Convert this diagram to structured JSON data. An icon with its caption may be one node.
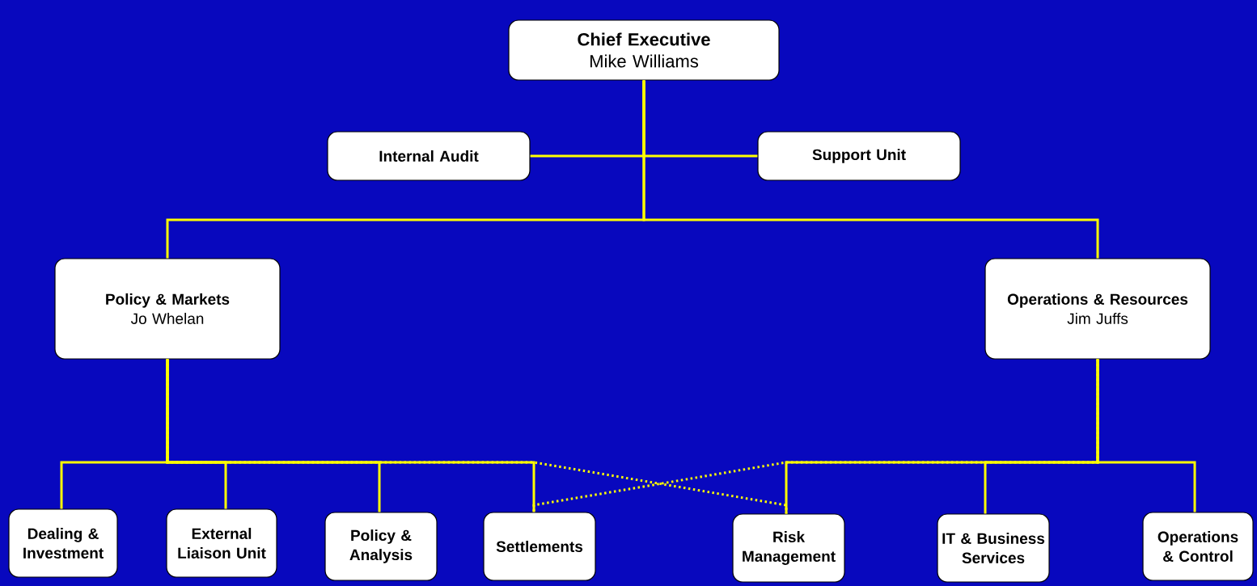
{
  "diagram": {
    "nodes": [
      {
        "text": [
          "Chief Executive",
          "Mike Williams"
        ]
      },
      {
        "text": [
          "Internal Audit"
        ]
      },
      {
        "text": [
          "Support Unit"
        ]
      },
      {
        "text": [
          "Policy & Markets",
          "Jo Whelan"
        ]
      },
      {
        "text": [
          "Operations & Resources",
          "Jim Juffs"
        ]
      },
      {
        "text": [
          "Dealing & Investment"
        ]
      },
      {
        "text": [
          "External Liaison Unit"
        ]
      },
      {
        "text": [
          "Policy & Analysis"
        ]
      },
      {
        "text": [
          "Settlements"
        ]
      },
      {
        "text": [
          "Risk Management"
        ]
      },
      {
        "text": [
          "IT & Business Services"
        ]
      },
      {
        "text": [
          "Operations & Control"
        ]
      }
    ],
    "edges": [
      {
        "from": 0,
        "to": 1,
        "arrow": "none"
      },
      {
        "from": 0,
        "to": 2,
        "arrow": "none"
      },
      {
        "from": 0,
        "to": 3,
        "arrow": "none"
      },
      {
        "from": 0,
        "to": 4,
        "arrow": "none"
      },
      {
        "from": 3,
        "to": 5,
        "arrow": "none"
      },
      {
        "from": 3,
        "to": 6,
        "arrow": "none"
      },
      {
        "from": 3,
        "to": 7,
        "arrow": "none"
      },
      {
        "from": 3,
        "to": 8,
        "arrow": "none"
      },
      {
        "from": 3,
        "to": 9,
        "arrow": "none",
        "style": "dashed"
      },
      {
        "from": 4,
        "to": 9,
        "arrow": "none"
      },
      {
        "from": 4,
        "to": 10,
        "arrow": "none"
      },
      {
        "from": 4,
        "to": 11,
        "arrow": "none"
      },
      {
        "from": 4,
        "to": 8,
        "arrow": "none",
        "style": "dashed"
      }
    ]
  }
}
